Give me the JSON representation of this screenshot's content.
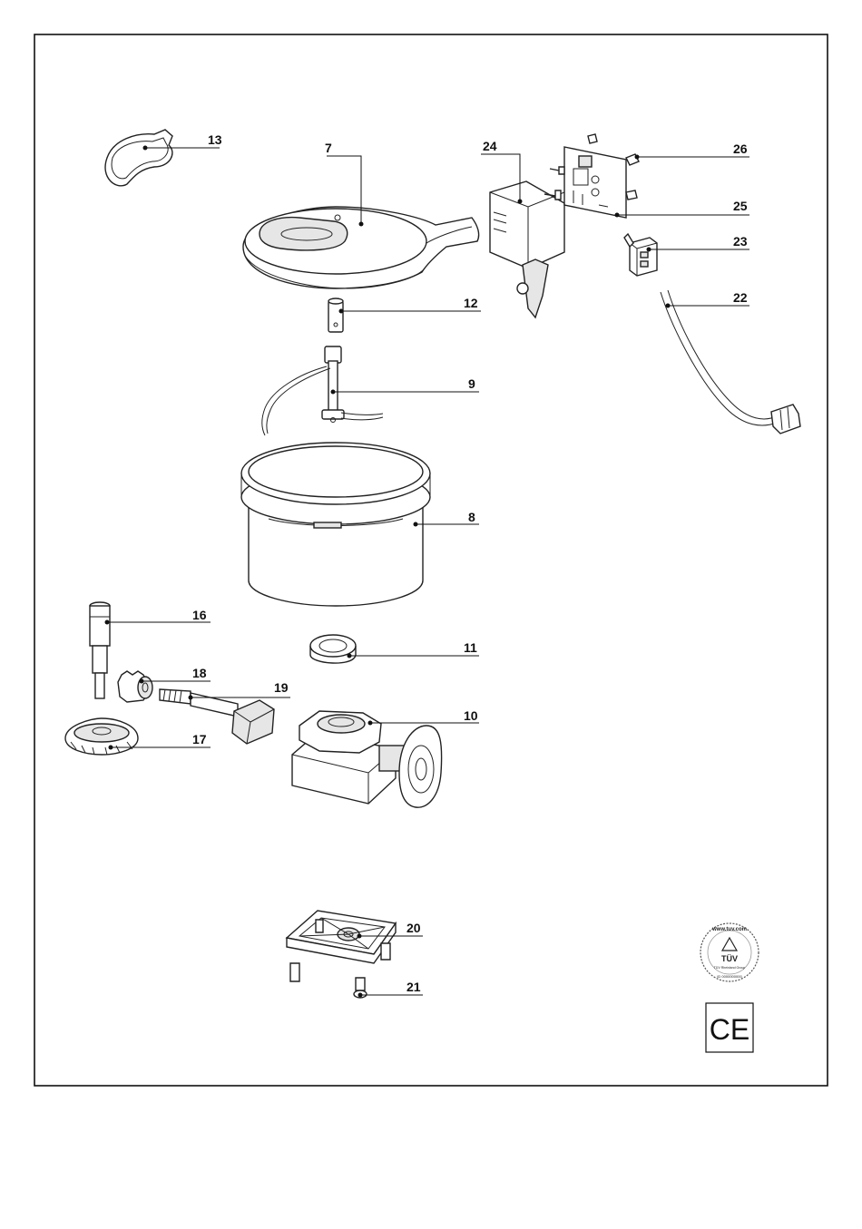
{
  "callouts": {
    "p7": "7",
    "p8": "8",
    "p9": "9",
    "p10": "10",
    "p11": "11",
    "p12": "12",
    "p13": "13",
    "p16": "16",
    "p17": "17",
    "p18": "18",
    "p19": "19",
    "p20": "20",
    "p21": "21",
    "p22": "22",
    "p23": "23",
    "p24": "24",
    "p25": "25",
    "p26": "26"
  },
  "marks": {
    "tuv_ring_text": "www.tuv.com",
    "tuv_center": "TÜV",
    "tuv_sub": "TÜV Rheinland Group",
    "tuv_id": "ID 0000000000",
    "ce": "CE"
  },
  "icons": [
    "tuv-certification-seal-icon",
    "ce-mark-icon"
  ]
}
